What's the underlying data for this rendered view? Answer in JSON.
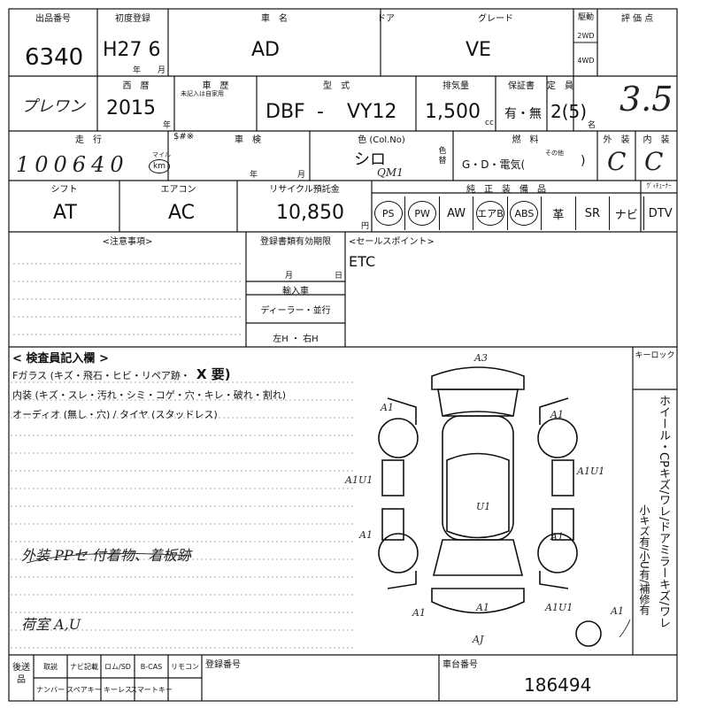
{
  "header": {
    "lot_label": "出品番号",
    "lot": "6340",
    "first_reg_label": "初度登録",
    "first_reg": "H27 6",
    "year_label": "年",
    "month_label": "月",
    "name_label": "車　名",
    "name": "AD",
    "door_label": "ドア",
    "grade_label": "グレード",
    "grade": "VE",
    "drive_label": "駆動",
    "drive_2wd": "2WD",
    "drive_4wd": "4WD",
    "score_label": "評 価 点"
  },
  "row2": {
    "prefix": "プレワン",
    "seireki_label": "西　暦",
    "seireki": "2015",
    "year_unit": "年",
    "history_label": "車　歴",
    "history_note": "未記入は自家用",
    "model_label": "型　式",
    "model_prefix": "DBF",
    "model_dash": "-",
    "model_code": "VY12",
    "displacement_label": "排気量",
    "displacement": "1,500",
    "cc_unit": "cc",
    "warranty_label": "保証書",
    "warranty_value": "有・無",
    "capacity_label": "定　員",
    "capacity": "2(5)",
    "capacity_unit": "名",
    "score_hand": "3.5"
  },
  "row3": {
    "mileage_label": "走　行",
    "mileage": "100640",
    "mile_label": "マイル",
    "km_label": "km",
    "sdollar_label": "$#※",
    "inspection_label": "車　検",
    "inspection_year": "年",
    "inspection_month": "月",
    "color_label": "色 (Col.No)",
    "color": "シロ",
    "color_code": "QM1",
    "color_change_label": "色替",
    "fuel_label": "燃　料",
    "fuel_options": "G・D・電気(",
    "fuel_other": "その他",
    "fuel_close": ")",
    "exterior_label": "外　装",
    "exterior": "C",
    "interior_label": "内　装",
    "interior": "C"
  },
  "row4": {
    "shift_label": "シフト",
    "shift": "AT",
    "ac_label": "エアコン",
    "ac": "AC",
    "recycle_label": "リサイクル預託金",
    "recycle": "10,850",
    "yen": "円",
    "equip_label": "純　正　装　備　品",
    "equipment": [
      "PS",
      "PW",
      "AW",
      "エアB",
      "ABS",
      "革",
      "SR",
      "ナビ",
      "DTV"
    ],
    "equip_circled": [
      "PS",
      "PW",
      "エアB",
      "ABS"
    ],
    "tuner_label": "ｳﾞｨﾁｭｰﾅｰ"
  },
  "row5": {
    "notes_label": "<注意事項>",
    "reg_deadline_label": "登録書類有効期限",
    "reg_month": "月",
    "reg_day": "日",
    "import_label": "輸入車",
    "dealer_label": "ディーラー・並行",
    "handle_label": "左H ・ 右H",
    "sales_label": "<セールスポイント>",
    "sales_point": "ETC"
  },
  "inspector": {
    "title": "< 検査員記入欄 >",
    "line1": "Fガラス (キズ・飛石・ヒビ・リペア跡・",
    "line1_mark": "X 要)",
    "line2": "内装 (キズ・スレ・汚れ・シミ・コゲ・穴・キレ・破れ・割れ)",
    "line3": "オーディオ (無し・穴) / タイヤ (スタッドレス)",
    "hand_note1": "外装 PPセ 付着物、着板跡",
    "hand_note2": "荷室 A,U",
    "keylock_label": "キーロック",
    "side_text1": "ホイール・CPキズ/ワレ/ドアミラーキズ/ワレ",
    "side_text2": "小キズ有/小U有/補修有",
    "marks": [
      "A3",
      "A1",
      "A1",
      "A1U1",
      "A1U1",
      "U1",
      "A1",
      "A1",
      "A1",
      "A1",
      "A1U1",
      "A1",
      "AJ"
    ]
  },
  "footer": {
    "rear_label": "後送品",
    "items_top": [
      "取説",
      "ナビ記載",
      "ロム/SD",
      "B-CAS",
      "リモコン"
    ],
    "items_bottom": [
      "ナンバー",
      "スペアキー",
      "キーレス",
      "スマートキー"
    ],
    "reg_no_label": "登録番号",
    "chassis_label": "車台番号",
    "chassis": "186494"
  }
}
